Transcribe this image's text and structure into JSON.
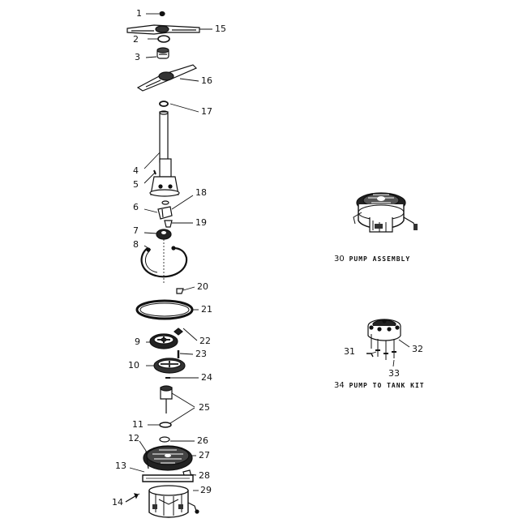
{
  "callouts": {
    "n1": "1",
    "n2": "2",
    "n3": "3",
    "n4": "4",
    "n5": "5",
    "n6": "6",
    "n7": "7",
    "n8": "8",
    "n9": "9",
    "n10": "10",
    "n11": "11",
    "n12": "12",
    "n13": "13",
    "n14": "14",
    "n15": "15",
    "n16": "16",
    "n17": "17",
    "n18": "18",
    "n19": "19",
    "n20": "20",
    "n21": "21",
    "n22": "22",
    "n23": "23",
    "n24": "24",
    "n25": "25",
    "n26": "26",
    "n27": "27",
    "n28": "28",
    "n29": "29",
    "n31": "31",
    "n32": "32",
    "n33": "33"
  },
  "captions": {
    "pump_assembly": {
      "number": "30",
      "text": "PUMP ASSEMBLY"
    },
    "pump_to_tank_kit": {
      "number": "34",
      "text": "PUMP TO TANK KIT"
    }
  },
  "colors": {
    "ink": "#111111",
    "paper": "#ffffff",
    "mid": "#555555"
  }
}
